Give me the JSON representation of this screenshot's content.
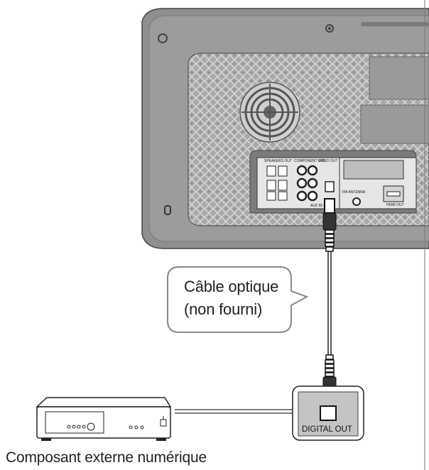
{
  "callout": {
    "line1": "Câble optique",
    "line2": "(non fourni)"
  },
  "device": {
    "caption": "Composant externe numérique"
  },
  "port": {
    "digital_out": "DIGITAL OUT"
  },
  "panel": {
    "speakers_out": "SPEAKERS OUT",
    "component_out": "COMPONENT OUT",
    "video_out": "VIDEO OUT",
    "aux_in": "AUX IN 2",
    "fm_antenna": "FM ANTENNA",
    "hdmi_out": "HDMI OUT"
  },
  "colors": {
    "body": "#8f8f8f",
    "body_dark": "#6d6d6d",
    "panel": "#e6e6e6",
    "outline": "#333333"
  }
}
